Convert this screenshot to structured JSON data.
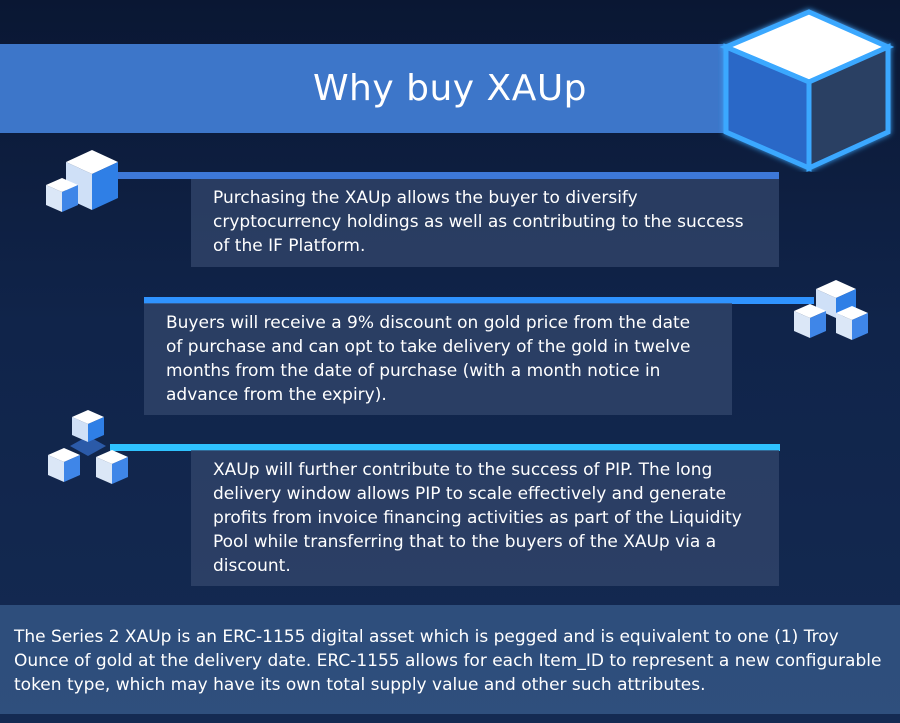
{
  "header": {
    "title": "Why buy XAUp"
  },
  "sections": [
    {
      "text": "Purchasing the XAUp allows the buyer to diversify cryptocurrency holdings as well as contributing to the success of the IF Platform.",
      "icon": "stacked-cubes-icon"
    },
    {
      "text": "Buyers will receive a 9% discount on gold price from the date of purchase and can opt to take delivery of the gold in twelve months from the date of purchase (with a month notice in advance from the expiry).",
      "icon": "cube-cluster-icon"
    },
    {
      "text": "XAUp will further contribute to the success of PIP. The long delivery window allows PIP to scale effectively and generate profits from invoice financing activities as part of the Liquidity Pool while transferring that to the buyers of the XAUp via a discount.",
      "icon": "cube-tree-icon"
    }
  ],
  "footer": {
    "text": "The Series 2 XAUp is an ERC-1155 digital asset which is pegged and is equivalent to one (1) Troy Ounce of gold at the delivery date. ERC-1155 allows for each Item_ID to represent a new configurable token type, which may have its own total supply value and other such attributes."
  },
  "colors": {
    "banner": "#3d76c9",
    "accent_1": "#3d78d8",
    "accent_2": "#2f93ff",
    "accent_3": "#2ec2ff",
    "background": "#0f2248"
  }
}
